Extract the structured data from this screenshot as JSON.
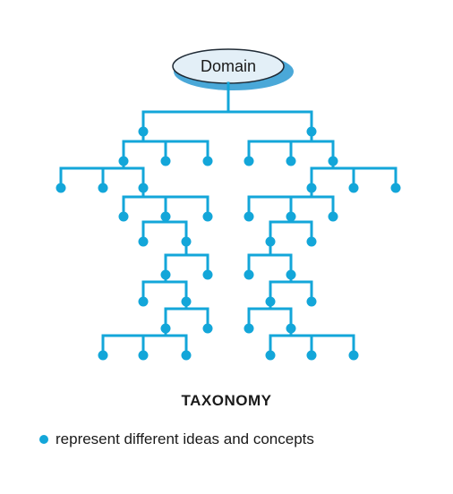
{
  "root_label": "Domain",
  "title": "TAXONOMY",
  "legend": {
    "text": "represent different ideas and concepts"
  },
  "colors": {
    "tree": "#13a6d9",
    "root_fill": "#e3eff7",
    "root_stroke": "#1f2a35",
    "root_shadow": "#4aa8d8",
    "text": "#1a1a1a"
  }
}
